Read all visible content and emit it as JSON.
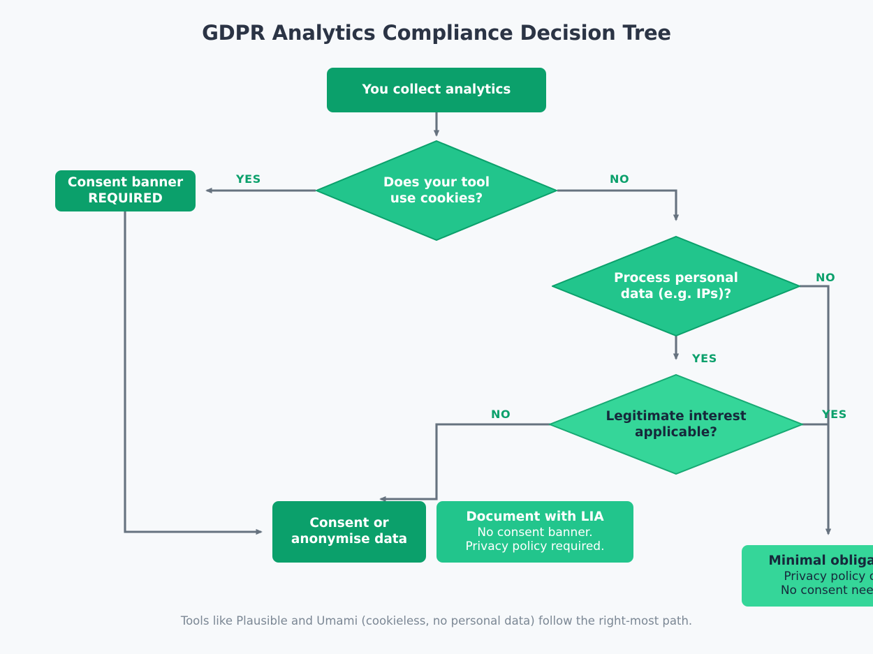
{
  "title": "GDPR Analytics Compliance Decision Tree",
  "caption": "Tools like Plausible and Umami (cookieless, no personal data) follow the right-most path.",
  "colors": {
    "background": "#f7f9fb",
    "title_text": "#2b3445",
    "caption_text": "#7b8794",
    "node_dark_green": "#0ba06b",
    "node_mid_green": "#22c58c",
    "node_light_green": "#35d699",
    "edge_label_green": "#0ba06b",
    "connector_gray": "#66727f",
    "dark_text": "#16283b",
    "light_text": "#ffffff"
  },
  "chart_data": {
    "type": "diagram",
    "subtype": "flowchart-decision-tree",
    "title": "GDPR Analytics Compliance Decision Tree",
    "nodes": [
      {
        "id": "start",
        "shape": "rounded-rect",
        "label": "You collect analytics",
        "sublines": [],
        "fill": "#0ba06b",
        "text": "#ffffff"
      },
      {
        "id": "q1",
        "shape": "diamond",
        "label": "Does your tool\nuse cookies?",
        "lines": [
          "Does your tool",
          "use cookies?"
        ],
        "fill": "#22c58c",
        "text": "#ffffff"
      },
      {
        "id": "banner",
        "shape": "rounded-rect",
        "label": "Consent banner REQUIRED",
        "lines": [
          "Consent banner",
          "REQUIRED"
        ],
        "fill": "#0ba06b",
        "text": "#ffffff"
      },
      {
        "id": "q2",
        "shape": "diamond",
        "label": "Process personal data (e.g. IPs)?",
        "lines": [
          "Process personal",
          "data (e.g. IPs)?"
        ],
        "fill": "#22c58c",
        "text": "#ffffff"
      },
      {
        "id": "q3",
        "shape": "diamond",
        "label": "Legitimate interest applicable?",
        "lines": [
          "Legitimate interest",
          "applicable?"
        ],
        "fill": "#35d699",
        "text": "#16283b"
      },
      {
        "id": "consent",
        "shape": "rounded-rect",
        "label": "Consent or anonymise data",
        "lines": [
          "Consent or",
          "anonymise data"
        ],
        "fill": "#0ba06b",
        "text": "#ffffff"
      },
      {
        "id": "lia",
        "shape": "rounded-rect",
        "label": "Document with LIA",
        "sublines": [
          "No consent banner.",
          "Privacy policy required."
        ],
        "fill": "#22c58c",
        "text": "#ffffff"
      },
      {
        "id": "minimal",
        "shape": "rounded-rect",
        "label": "Minimal obligations",
        "sublines": [
          "Privacy policy only.",
          "No consent needed."
        ],
        "fill": "#35d699",
        "text": "#16283b",
        "clipped_right_edge": true
      }
    ],
    "edges": [
      {
        "from": "start",
        "to": "q1",
        "label": ""
      },
      {
        "from": "q1",
        "to": "banner",
        "label": "YES"
      },
      {
        "from": "q1",
        "to": "q2",
        "label": "NO"
      },
      {
        "from": "q2",
        "to": "q3",
        "label": "YES"
      },
      {
        "from": "q2",
        "to": "minimal",
        "label": "NO"
      },
      {
        "from": "q3",
        "to": "consent",
        "label": "NO"
      },
      {
        "from": "q3",
        "to": "minimal",
        "label": "YES"
      },
      {
        "from": "banner",
        "to": "consent",
        "label": ""
      }
    ]
  },
  "nodes": {
    "start": {
      "label": "You collect analytics"
    },
    "banner": {
      "line1": "Consent banner",
      "line2": "REQUIRED"
    },
    "consent": {
      "line1": "Consent or",
      "line2": "anonymise data"
    },
    "lia": {
      "title": "Document with LIA",
      "sub1": "No consent banner.",
      "sub2": "Privacy policy required."
    },
    "minimal": {
      "title": "Minimal obligations",
      "sub1": "Privacy policy only.",
      "sub2": "No consent needed."
    }
  },
  "diamonds": {
    "q1": {
      "line1": "Does your tool",
      "line2": "use cookies?"
    },
    "q2": {
      "line1": "Process personal",
      "line2": "data (e.g. IPs)?"
    },
    "q3": {
      "line1": "Legitimate interest",
      "line2": "applicable?"
    }
  },
  "edge_labels": {
    "q1_yes": "YES",
    "q1_no": "NO",
    "q2_no": "NO",
    "q2_yes": "YES",
    "q3_no": "NO",
    "q3_yes": "YES"
  }
}
